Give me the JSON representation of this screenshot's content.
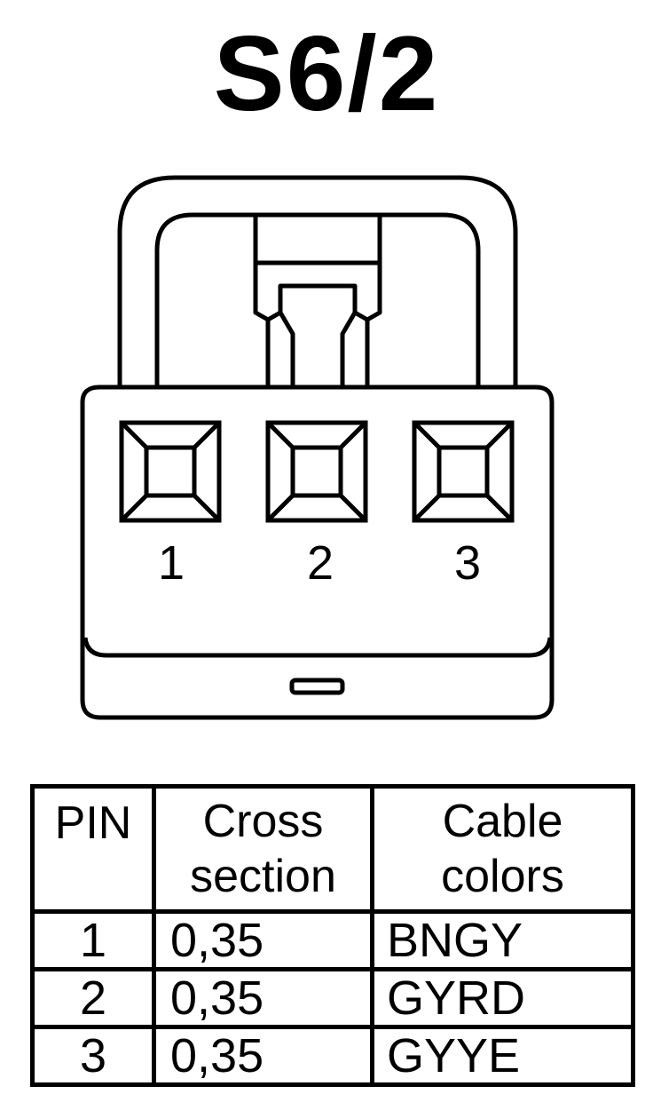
{
  "title": "S6/2",
  "connector": {
    "pins": [
      "1",
      "2",
      "3"
    ]
  },
  "table": {
    "headers": {
      "pin": "PIN",
      "cross_line1": "Cross",
      "cross_line2": "section",
      "color_line1": "Cable",
      "color_line2": "colors"
    },
    "rows": [
      {
        "pin": "1",
        "cross_section": "0,35",
        "color": "BNGY"
      },
      {
        "pin": "2",
        "cross_section": "0,35",
        "color": "GYRD"
      },
      {
        "pin": "3",
        "cross_section": "0,35",
        "color": "GYYE"
      }
    ]
  }
}
